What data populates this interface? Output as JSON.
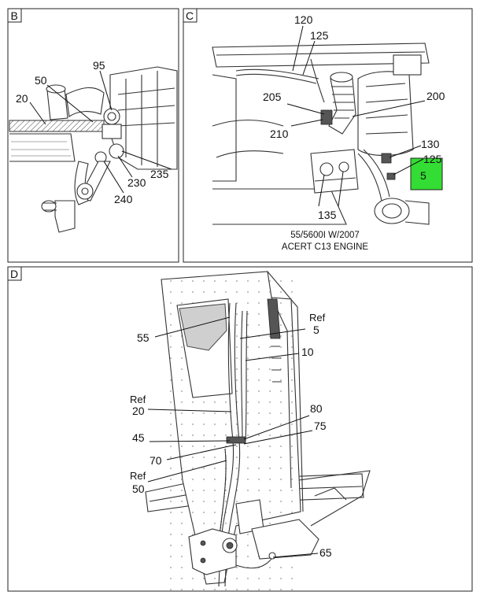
{
  "panels": {
    "b": {
      "letter": "B",
      "callouts": {
        "c95": "95",
        "c50": "50",
        "c20": "20",
        "c235": "235",
        "c230": "230",
        "c240": "240"
      }
    },
    "c": {
      "letter": "C",
      "callouts": {
        "c120": "120",
        "c125a": "125",
        "c205": "205",
        "c200": "200",
        "c210": "210",
        "c130": "130",
        "c125b": "125",
        "c5": "5",
        "c135": "135"
      },
      "note_line1": "55/5600I W/2007",
      "note_line2": "ACERT C13 ENGINE",
      "highlight_color": "#33dd33"
    },
    "d": {
      "letter": "D",
      "callouts": {
        "c55": "55",
        "ref5_word": "Ref",
        "ref5_num": "5",
        "c10": "10",
        "ref20_word": "Ref",
        "ref20_num": "20",
        "c80": "80",
        "c45": "45",
        "c75": "75",
        "c70": "70",
        "ref50_word": "Ref",
        "ref50_num": "50",
        "c65": "65"
      }
    }
  }
}
